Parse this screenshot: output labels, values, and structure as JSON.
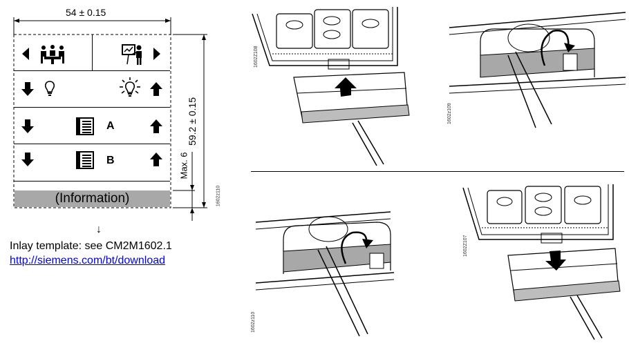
{
  "template": {
    "width_dim": "54  ± 0.15",
    "height_dim": "59.2  ± 0.15",
    "max_dim": "Max. 6",
    "info_label": "(Information)",
    "row3_letter": "A",
    "row4_letter": "B",
    "figure_code": "1602z110",
    "icons": [
      "arrow-left-icon",
      "meeting-icon",
      "presenter-icon",
      "arrow-right-icon",
      "arrow-down-icon",
      "bulb-off-icon",
      "bulb-on-icon",
      "arrow-up-icon",
      "blind-icon"
    ]
  },
  "caption": {
    "arrow": "↓",
    "text": "Inlay template: see CM2M1602.1",
    "link": "http://siemens.com/bt/download"
  },
  "figures": {
    "top_left_code": "1602Z108",
    "top_right_code": "1602z109",
    "bottom_left_code": "1602z110",
    "bottom_right_code": "1602Z107"
  },
  "colors": {
    "inlay_gray": "#a8a8a8",
    "link": "#0000ee"
  }
}
